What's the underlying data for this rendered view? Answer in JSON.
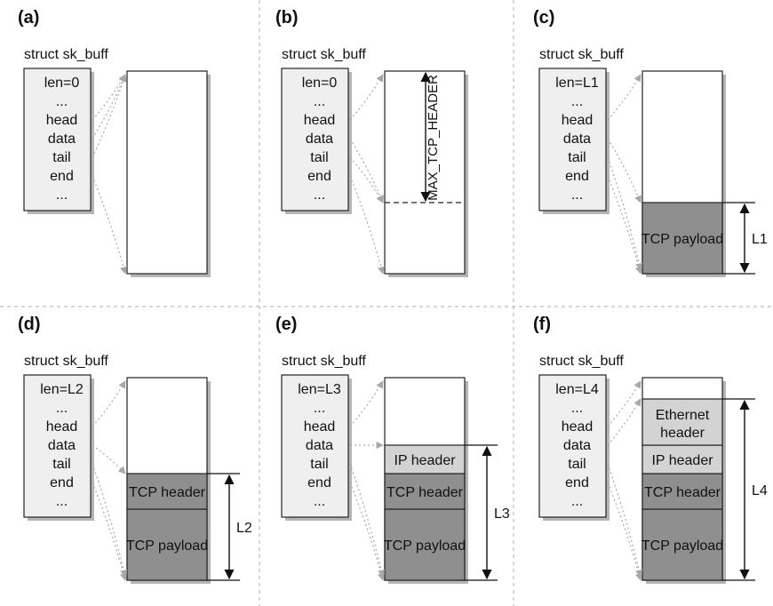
{
  "panels": [
    {
      "label": "(a)",
      "struct_title": "struct sk_buff",
      "fields": [
        "len=0",
        "...",
        "head",
        "data",
        "tail",
        "end",
        "..."
      ],
      "segments": [],
      "dimension": null,
      "vertical_label": null
    },
    {
      "label": "(b)",
      "struct_title": "struct sk_buff",
      "fields": [
        "len=0",
        "...",
        "head",
        "data",
        "tail",
        "end",
        "..."
      ],
      "segments": [],
      "dimension": null,
      "vertical_label": "MAX_TCP_HEADER"
    },
    {
      "label": "(c)",
      "struct_title": "struct sk_buff",
      "fields": [
        "len=L1",
        "...",
        "head",
        "data",
        "tail",
        "end",
        "..."
      ],
      "segments": [
        {
          "label": "TCP payload",
          "shade": "dark"
        }
      ],
      "dimension": "L1",
      "vertical_label": null
    },
    {
      "label": "(d)",
      "struct_title": "struct sk_buff",
      "fields": [
        "len=L2",
        "...",
        "head",
        "data",
        "tail",
        "end",
        "..."
      ],
      "segments": [
        {
          "label": "TCP header",
          "shade": "dark"
        },
        {
          "label": "TCP payload",
          "shade": "dark"
        }
      ],
      "dimension": "L2",
      "vertical_label": null
    },
    {
      "label": "(e)",
      "struct_title": "struct sk_buff",
      "fields": [
        "len=L3",
        "...",
        "head",
        "data",
        "tail",
        "end",
        "..."
      ],
      "segments": [
        {
          "label": "IP header",
          "shade": "light"
        },
        {
          "label": "TCP header",
          "shade": "dark"
        },
        {
          "label": "TCP payload",
          "shade": "dark"
        }
      ],
      "dimension": "L3",
      "vertical_label": null
    },
    {
      "label": "(f)",
      "struct_title": "struct sk_buff",
      "fields": [
        "len=L4",
        "...",
        "head",
        "data",
        "tail",
        "end",
        "..."
      ],
      "segments": [
        {
          "label": "Ethernet header",
          "shade": "light"
        },
        {
          "label": "IP header",
          "shade": "light"
        },
        {
          "label": "TCP header",
          "shade": "dark"
        },
        {
          "label": "TCP payload",
          "shade": "dark"
        }
      ],
      "dimension": "L4",
      "vertical_label": null
    }
  ],
  "colors": {
    "struct_fill": "#efefef",
    "shadow": "#b5b5b5",
    "dark_segment": "#8f8f8f",
    "light_segment": "#d3d3d3",
    "arrow": "#a8a8a8",
    "separator": "#bdbdbd"
  }
}
